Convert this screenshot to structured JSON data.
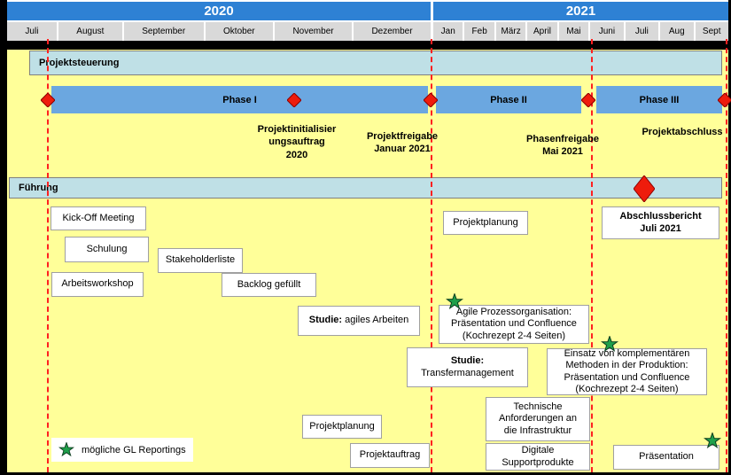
{
  "header": {
    "years": [
      "2020",
      "2021"
    ],
    "months_2020": [
      "Juli",
      "August",
      "September",
      "Oktober",
      "November",
      "Dezember"
    ],
    "months_2021": [
      "Jan",
      "Feb",
      "März",
      "April",
      "Mai",
      "Juni",
      "Juli",
      "Aug",
      "Sept"
    ]
  },
  "lanes": {
    "projektsteuerung": "Projektsteuerung",
    "fuehrung": "Führung"
  },
  "phases": {
    "phase1": "Phase I",
    "phase2": "Phase II",
    "phase3": "Phase III"
  },
  "milestones": {
    "m1": "Projektinitialisier\nungsauftrag\n2020",
    "m2": "Projektfreigabe\nJanuar 2021",
    "m3": "Phasenfreigabe\nMai 2021",
    "m4": "Projektabschluss"
  },
  "boxes": {
    "kickoff": "Kick-Off Meeting",
    "schulung": "Schulung",
    "stakeholderliste": "Stakeholderliste",
    "arbeitsworkshop": "Arbeitsworkshop",
    "backlog": "Backlog gefüllt",
    "studie_agiles_bold": "Studie:",
    "studie_agiles_rest": " agiles Arbeiten",
    "projektplanung_2021": "Projektplanung",
    "abschlussbericht": "Abschlussbericht\nJuli 2021",
    "agile_prozess": "Agile Prozessorganisation:\nPräsentation und Confluence\n(Kochrezept 2-4 Seiten)",
    "studie_transfer_bold": "Studie:",
    "studie_transfer_rest": "Transfermanagement",
    "einsatz": "Einsatz von komplementären\nMethoden in der Produktion:\nPräsentation und Confluence\n(Kochrezept 2-4 Seiten)",
    "technische": "Technische\nAnforderungen an\ndie Infrastruktur",
    "digitale": "Digitale\nSupportprodukte",
    "projektplanung_2020": "Projektplanung",
    "projektauftrag": "Projektauftrag",
    "praesentation": "Präsentation"
  },
  "legend": {
    "label": "mögliche GL Reportings"
  },
  "colors": {
    "year_bar": "#2e81d4",
    "month_cell": "#d9d9d9",
    "canvas": "#ffff99",
    "lane": "#bfe0e6",
    "phase_bar": "#6ba7e0",
    "milestone_red": "#ee1c0c",
    "star_green": "#1fa04a"
  }
}
